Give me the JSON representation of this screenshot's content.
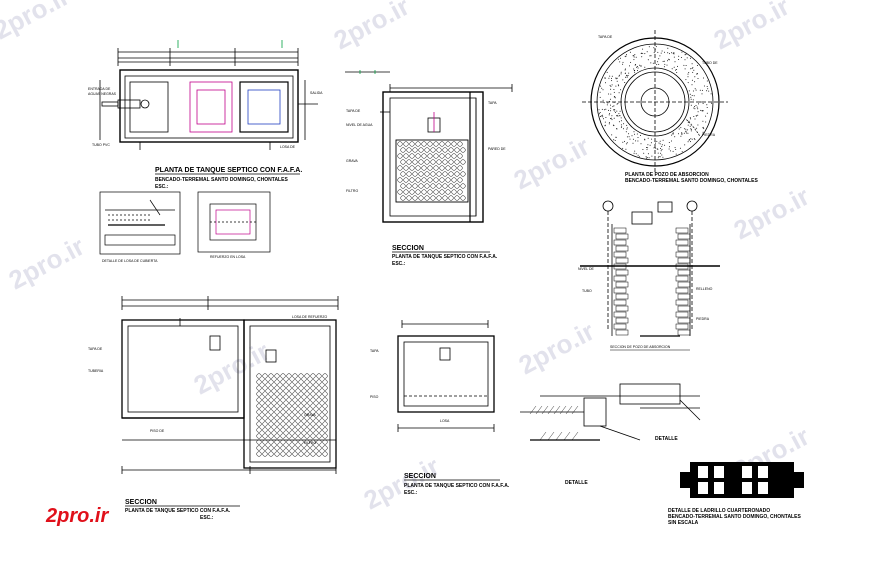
{
  "watermark": "2pro.ir",
  "logo": "2pro.ir",
  "drawings": {
    "plan_main": {
      "title": "PLANTA DE TANQUE SEPTICO CON F.A.F.A.",
      "subtitle": "BENCADO-TERREMAL SANTO DOMINGO, CHONTALES",
      "scale": "ESC.:"
    },
    "section_top": {
      "title": "SECCION",
      "subtitle": "PLANTA DE TANQUE SEPTICO CON F.A.F.A.",
      "scale": "ESC.:"
    },
    "circle": {
      "title": "PLANTA DE POZO DE ABSORCION",
      "subtitle": "BENCADO-TERREMAL SANTO DOMINGO, CHONTALES"
    },
    "detail_small_left": {
      "title": "DETALLE DE LOSA DE CUBIERTA"
    },
    "detail_small_right": {
      "title": "REFUERZO EN LOSA"
    },
    "absorption_section": {
      "title": "SECCION DE POZO DE ABSORCION"
    },
    "section_bottom_left": {
      "title": "SECCION",
      "subtitle": "PLANTA DE TANQUE SEPTICO CON F.A.F.A.",
      "scale": "ESC.:"
    },
    "section_bottom_mid": {
      "title": "SECCION",
      "subtitle": "PLANTA DE TANQUE SEPTICO CON F.A.F.A.",
      "scale": "ESC.:"
    },
    "detail_bottom_right": {
      "detalle_label": "DETALLE",
      "detalle_label2": "DETALLE",
      "title": "DETALLE DE LADRILLO CUARTERONADO",
      "subtitle": "BENCADO-TERREMAL SANTO DOMINGO, CHONTALES",
      "scale": "SIN ESCALA"
    }
  },
  "colors": {
    "line": "#000000",
    "accent_magenta": "#c0008a",
    "accent_green": "#00a040",
    "accent_blue": "#2040c0",
    "logo_red": "#e0101a",
    "watermark": "#e2e2ec"
  }
}
